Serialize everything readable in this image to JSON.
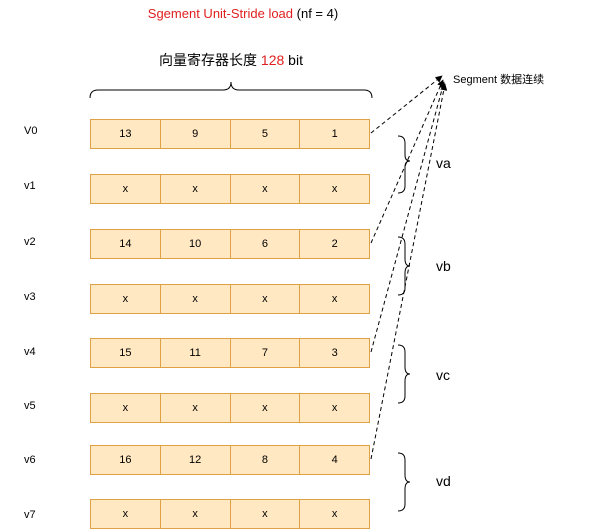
{
  "title": {
    "red": "Sgement Unit-Stride load",
    "rest": " (nf = 4)"
  },
  "width_label": {
    "prefix": "向量寄存器长度 ",
    "value": "128",
    "suffix": " bit"
  },
  "segment_note": "Segment 数据连续",
  "registers": [
    {
      "name": "V0",
      "cells": [
        "13",
        "9",
        "5",
        "1"
      ]
    },
    {
      "name": "v1",
      "cells": [
        "x",
        "x",
        "x",
        "x"
      ]
    },
    {
      "name": "v2",
      "cells": [
        "14",
        "10",
        "6",
        "2"
      ]
    },
    {
      "name": "v3",
      "cells": [
        "x",
        "x",
        "x",
        "x"
      ]
    },
    {
      "name": "v4",
      "cells": [
        "15",
        "11",
        "7",
        "3"
      ]
    },
    {
      "name": "v5",
      "cells": [
        "x",
        "x",
        "x",
        "x"
      ]
    },
    {
      "name": "v6",
      "cells": [
        "16",
        "12",
        "8",
        "4"
      ]
    },
    {
      "name": "v7",
      "cells": [
        "x",
        "x",
        "x",
        "x"
      ]
    }
  ],
  "groups": [
    "va",
    "vb",
    "vc",
    "vd"
  ],
  "colors": {
    "cell_fill": "#ffe8c2",
    "cell_border": "#e0a046",
    "title_red": "#e02020"
  }
}
